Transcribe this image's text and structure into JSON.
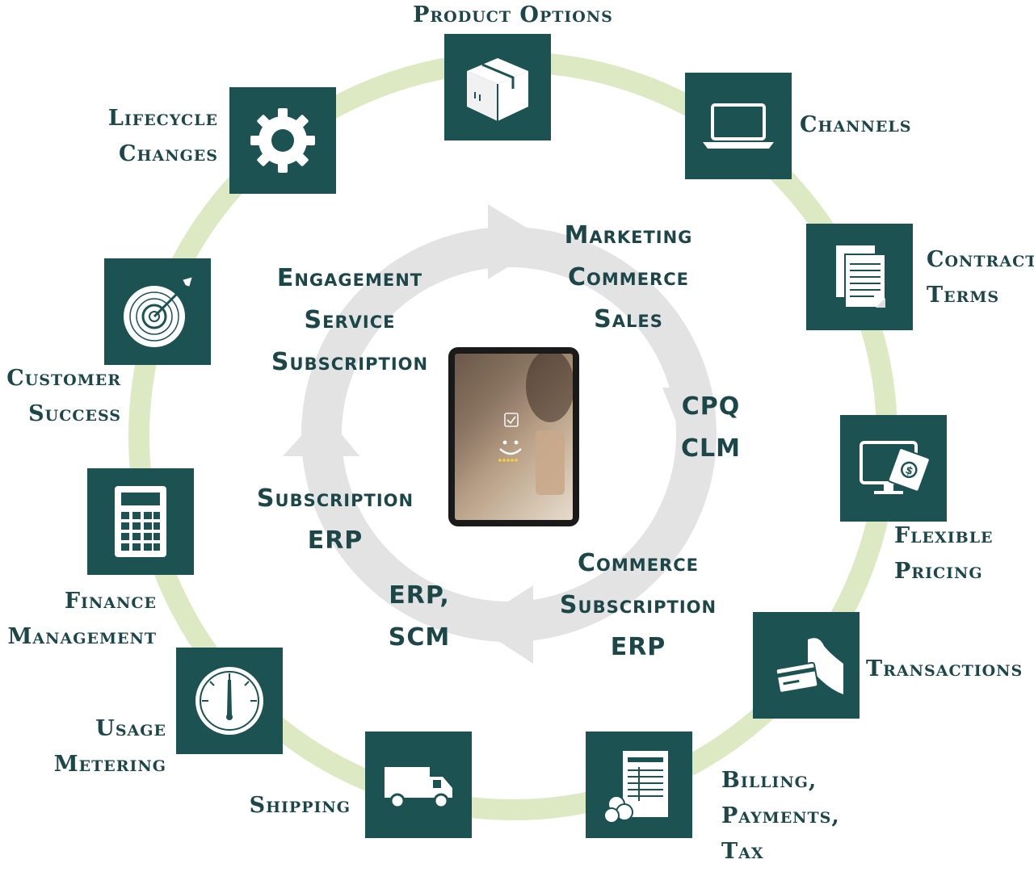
{
  "outer_nodes": {
    "product_options": [
      "Product Options"
    ],
    "channels": [
      "Channels"
    ],
    "contract_terms": [
      "Contract",
      "Terms"
    ],
    "flexible_pricing": [
      "Flexible",
      "Pricing"
    ],
    "transactions": [
      "Transactions"
    ],
    "billing": [
      "Billing,",
      "Payments,",
      "Tax"
    ],
    "shipping": [
      "Shipping"
    ],
    "usage_metering": [
      "Usage",
      "Metering"
    ],
    "finance_management": [
      "Finance",
      "Management"
    ],
    "customer_success": [
      "Customer",
      "Success"
    ],
    "lifecycle_changes": [
      "Lifecycle",
      "Changes"
    ]
  },
  "inner_labels": {
    "top_right": [
      "Marketing",
      "Commerce",
      "Sales"
    ],
    "right": [
      "CPQ",
      "CLM"
    ],
    "bottom_right": [
      "Commerce",
      "Subscription",
      "ERP"
    ],
    "bottom": [
      "ERP,",
      "SCM"
    ],
    "left": [
      "Subscription",
      "ERP"
    ],
    "top_left": [
      "Engagement",
      "Service",
      "Subscription"
    ]
  },
  "icons": [
    "box-icon",
    "laptop-icon",
    "documents-icon",
    "monitor-money-icon",
    "card-payment-icon",
    "invoice-coins-icon",
    "truck-icon",
    "gauge-icon",
    "calculator-icon",
    "target-icon",
    "gear-icon"
  ],
  "colors": {
    "tile": "#1c5252",
    "text": "#1d4648",
    "outer_ring": "#dce9c2",
    "inner_arrows": "#e3e3e3"
  }
}
